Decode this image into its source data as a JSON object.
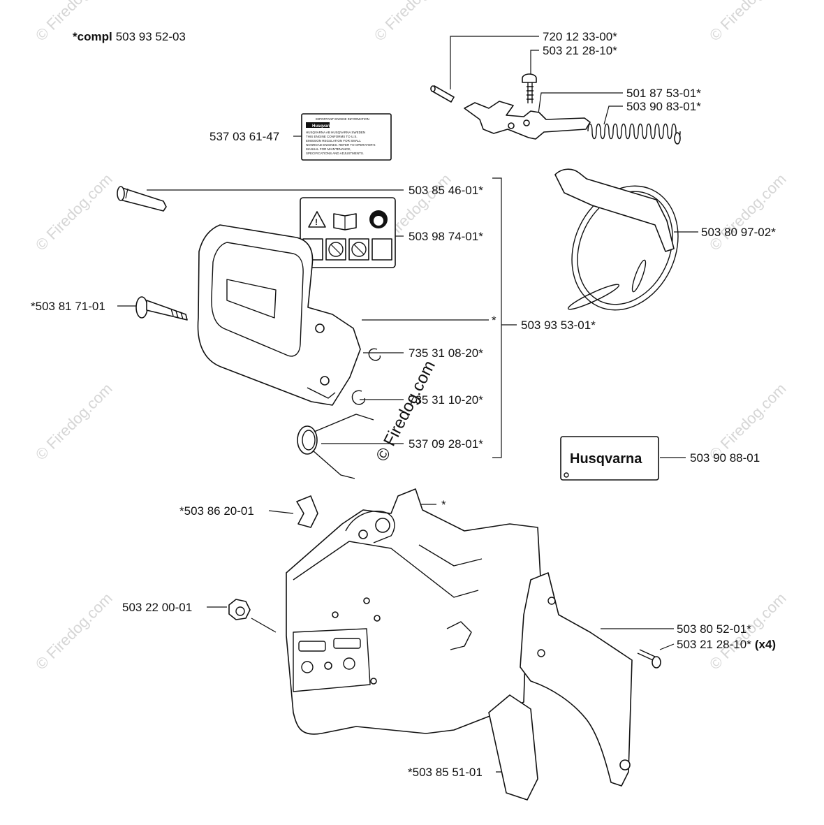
{
  "header": {
    "compl_prefix": "*compl",
    "compl_number": "503 93 52-03"
  },
  "watermark": {
    "text": "© Firedog.com"
  },
  "parts": [
    {
      "id": "p1",
      "label": "720 12 33-00*"
    },
    {
      "id": "p2",
      "label": "503 21 28-10*"
    },
    {
      "id": "p3",
      "label": "501 87 53-01*"
    },
    {
      "id": "p4",
      "label": "503 90 83-01*"
    },
    {
      "id": "p5",
      "label": "537 03 61-47"
    },
    {
      "id": "p6",
      "label": "503 85 46-01*"
    },
    {
      "id": "p7",
      "label": "503 98 74-01*"
    },
    {
      "id": "p8",
      "label": "503 80 97-02*"
    },
    {
      "id": "p9",
      "label": "*503 81 71-01"
    },
    {
      "id": "p10",
      "label": "*"
    },
    {
      "id": "p11",
      "label": "503 93 53-01*"
    },
    {
      "id": "p12",
      "label": "735 31 08-20*"
    },
    {
      "id": "p13",
      "label": "735 31 10-20*"
    },
    {
      "id": "p14",
      "label": "537 09 28-01*"
    },
    {
      "id": "p15",
      "label": "503 90 88-01"
    },
    {
      "id": "p16",
      "label": "*503 86 20-01"
    },
    {
      "id": "p17",
      "label": "*"
    },
    {
      "id": "p18",
      "label": "503 22 00-01"
    },
    {
      "id": "p19",
      "label": "503 80 52-01*"
    },
    {
      "id": "p20",
      "label": "503 21 28-10*"
    },
    {
      "id": "p21",
      "label": "*503 85 51-01"
    }
  ],
  "qty_note": "(x4)",
  "decal": {
    "brand": "Husqvarna",
    "engine_info_title": "IMPORTANT ENGINE INFORMATION",
    "engine_info_lines": [
      "HUSQVARNA AB HUSQVARNA SWEDEN",
      "THIS ENGINE CONFORMS TO U.S.",
      "EMISSION REGULATION FOR SMALL",
      "NONROAD ENGINES. REFER TO OPERATOR'S",
      "MANUAL FOR MAINTENANCE,",
      "SPECIFICATIONS AND ADJUSTMENTS."
    ]
  }
}
